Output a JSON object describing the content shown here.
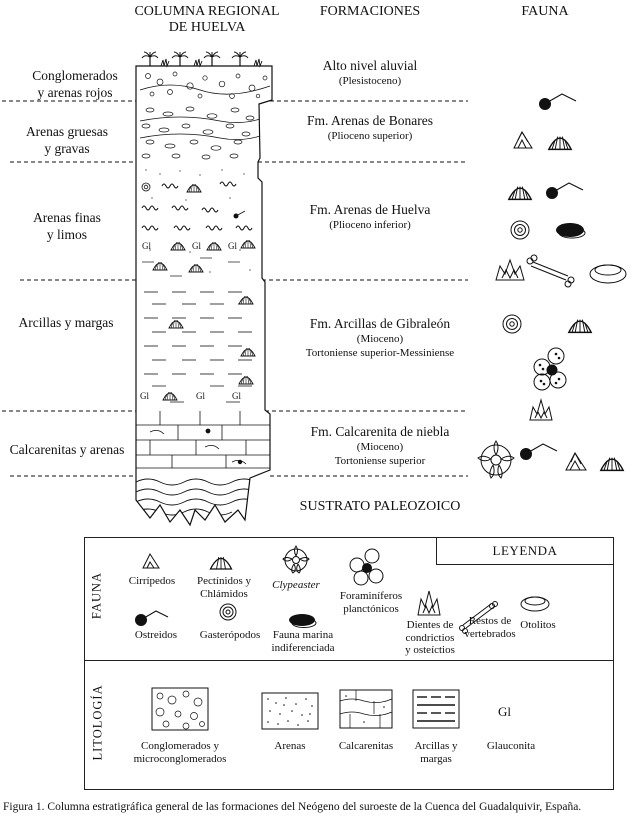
{
  "headers": {
    "column": "COLUMNA REGIONAL DE HUELVA",
    "column_line1": "COLUMNA REGIONAL",
    "column_line2": "DE HUELVA",
    "formations": "FORMACIONES",
    "fauna": "FAUNA"
  },
  "lithology_labels": [
    {
      "line1": "Conglomerados",
      "line2": "y arenas rojos"
    },
    {
      "line1": "Arenas gruesas",
      "line2": "y gravas"
    },
    {
      "line1": "Arenas finas",
      "line2": "y limos"
    },
    {
      "line1": "Arcillas y margas",
      "line2": ""
    },
    {
      "line1": "Calcarenitas y arenas",
      "line2": ""
    }
  ],
  "formations": [
    {
      "name": "Alto nivel aluvial",
      "age": "(Plesistoceno)",
      "age2": ""
    },
    {
      "name": "Fm. Arenas de Bonares",
      "age": "(Plioceno superior)",
      "age2": ""
    },
    {
      "name": "Fm. Arenas de Huelva",
      "age": "(Plioceno inferior)",
      "age2": ""
    },
    {
      "name": "Fm. Arcillas de Gibraleón",
      "age": "(Mioceno)",
      "age2": "Tortoniense superior-Messiniense"
    },
    {
      "name": "Fm. Calcarenita de niebla",
      "age": "(Mioceno)",
      "age2": "Tortoniense superior"
    }
  ],
  "substrate": "SUSTRATO PALEOZOICO",
  "column_glyph": "Gl",
  "legend": {
    "title": "LEYENDA",
    "fauna_label": "FAUNA",
    "litho_label": "LITOLOGÍA",
    "fauna_items": [
      {
        "key": "cirripedos",
        "label": "Cirrípedos",
        "label2": ""
      },
      {
        "key": "pectinidos",
        "label": "Pectínidos y",
        "label2": "Chlámidos"
      },
      {
        "key": "clypeaster",
        "label": "Clypeaster",
        "label2": ""
      },
      {
        "key": "foraminiferos",
        "label": "Foraminíferos",
        "label2": "planctónicos"
      },
      {
        "key": "dientes",
        "label": "Dientes de",
        "label2": "condrictios",
        "label3": "y osteíctios"
      },
      {
        "key": "restos",
        "label": "Restos de",
        "label2": "vertebrados"
      },
      {
        "key": "otolitos",
        "label": "Otolitos",
        "label2": ""
      },
      {
        "key": "ostreidos",
        "label": "Ostreidos",
        "label2": ""
      },
      {
        "key": "gasteropodos",
        "label": "Gasterópodos",
        "label2": ""
      },
      {
        "key": "fauna_marina",
        "label": "Fauna marina",
        "label2": "indiferenciada"
      }
    ],
    "litho_items": [
      {
        "key": "conglomerados",
        "label": "Conglomerados y",
        "label2": "microconglomerados"
      },
      {
        "key": "arenas",
        "label": "Arenas",
        "label2": ""
      },
      {
        "key": "calcarenitas",
        "label": "Calcarenitas",
        "label2": ""
      },
      {
        "key": "arcillas",
        "label": "Arcillas y",
        "label2": "margas"
      },
      {
        "key": "glauconita",
        "label": "Glauconita",
        "label2": "",
        "glyph": "Gl"
      }
    ]
  },
  "caption": "Figura 1. Columna estratigráfica general de las formaciones del Neógeno del suroeste de la Cuenca del Guadalquivir, España.",
  "colors": {
    "ink": "#111111",
    "paper": "#ffffff"
  }
}
